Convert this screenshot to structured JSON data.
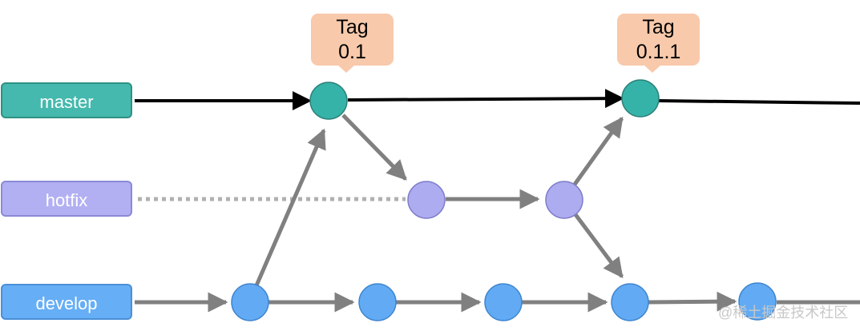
{
  "branches": {
    "master": "master",
    "hotfix": "hotfix",
    "develop": "develop"
  },
  "tags": [
    {
      "line1": "Tag",
      "line2": "0.1"
    },
    {
      "line1": "Tag",
      "line2": "0.1.1"
    }
  ],
  "watermark": "@稀土掘金技术社区",
  "colors": {
    "master": "#45b9ad",
    "hotfix": "#b2b0f2",
    "develop": "#66aef5",
    "tag": "#f8c9ab",
    "line": "#808080",
    "master_line": "#000000"
  }
}
